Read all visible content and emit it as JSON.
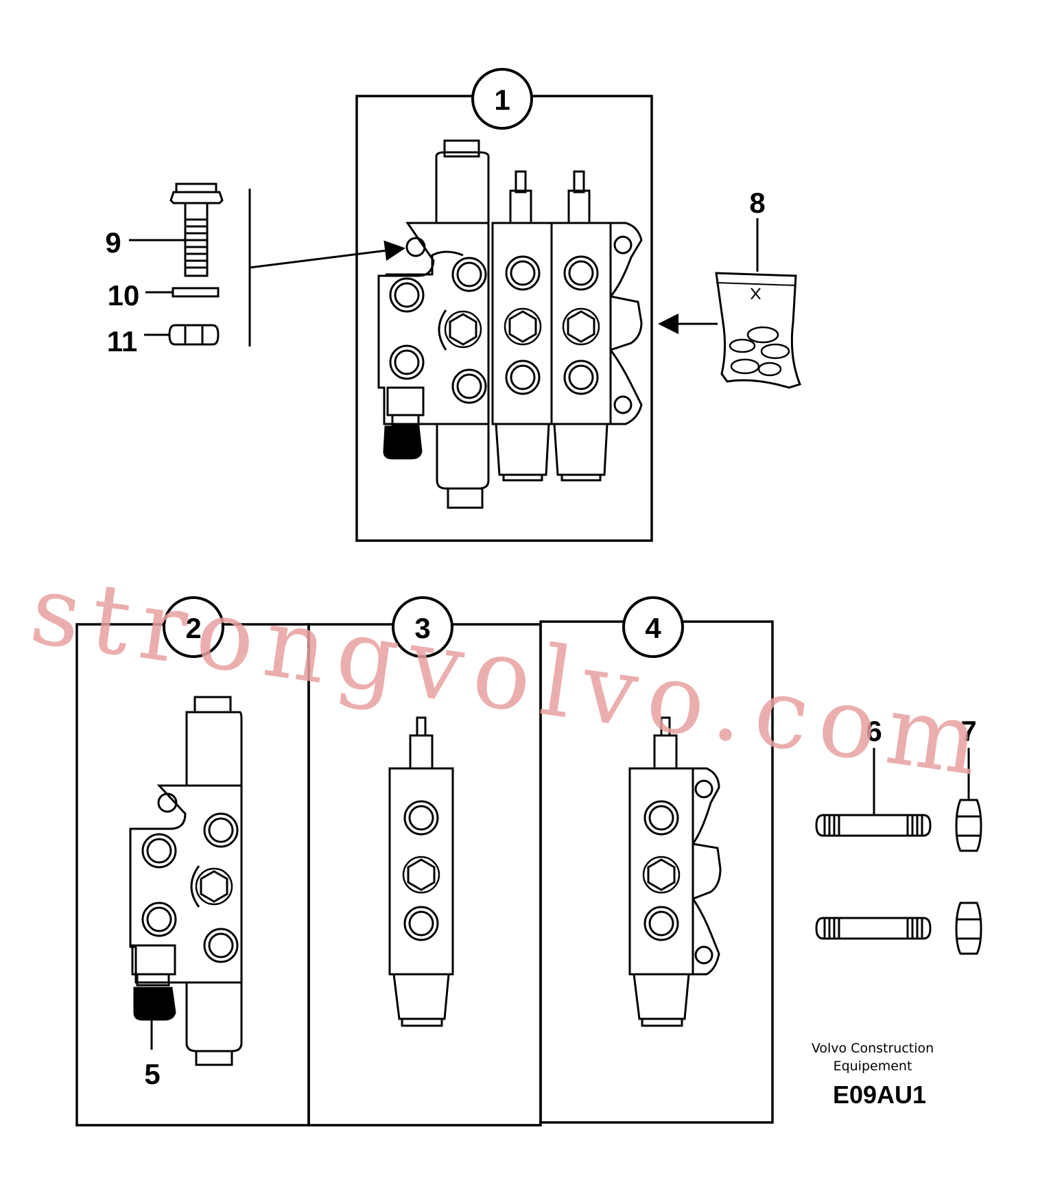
{
  "callouts": {
    "c1": "1",
    "c2": "2",
    "c3": "3",
    "c4": "4",
    "c5": "5",
    "c6": "6",
    "c7": "7",
    "c8": "8",
    "c9": "9",
    "c10": "10",
    "c11": "11"
  },
  "credit": {
    "line1": "Volvo Construction",
    "line2": "Equipement"
  },
  "drawing_code": "E09AU1",
  "watermark": "strongvolvo.com",
  "colors": {
    "ink": "#000000",
    "watermark": "#e8a0a0",
    "background": "#ffffff"
  }
}
